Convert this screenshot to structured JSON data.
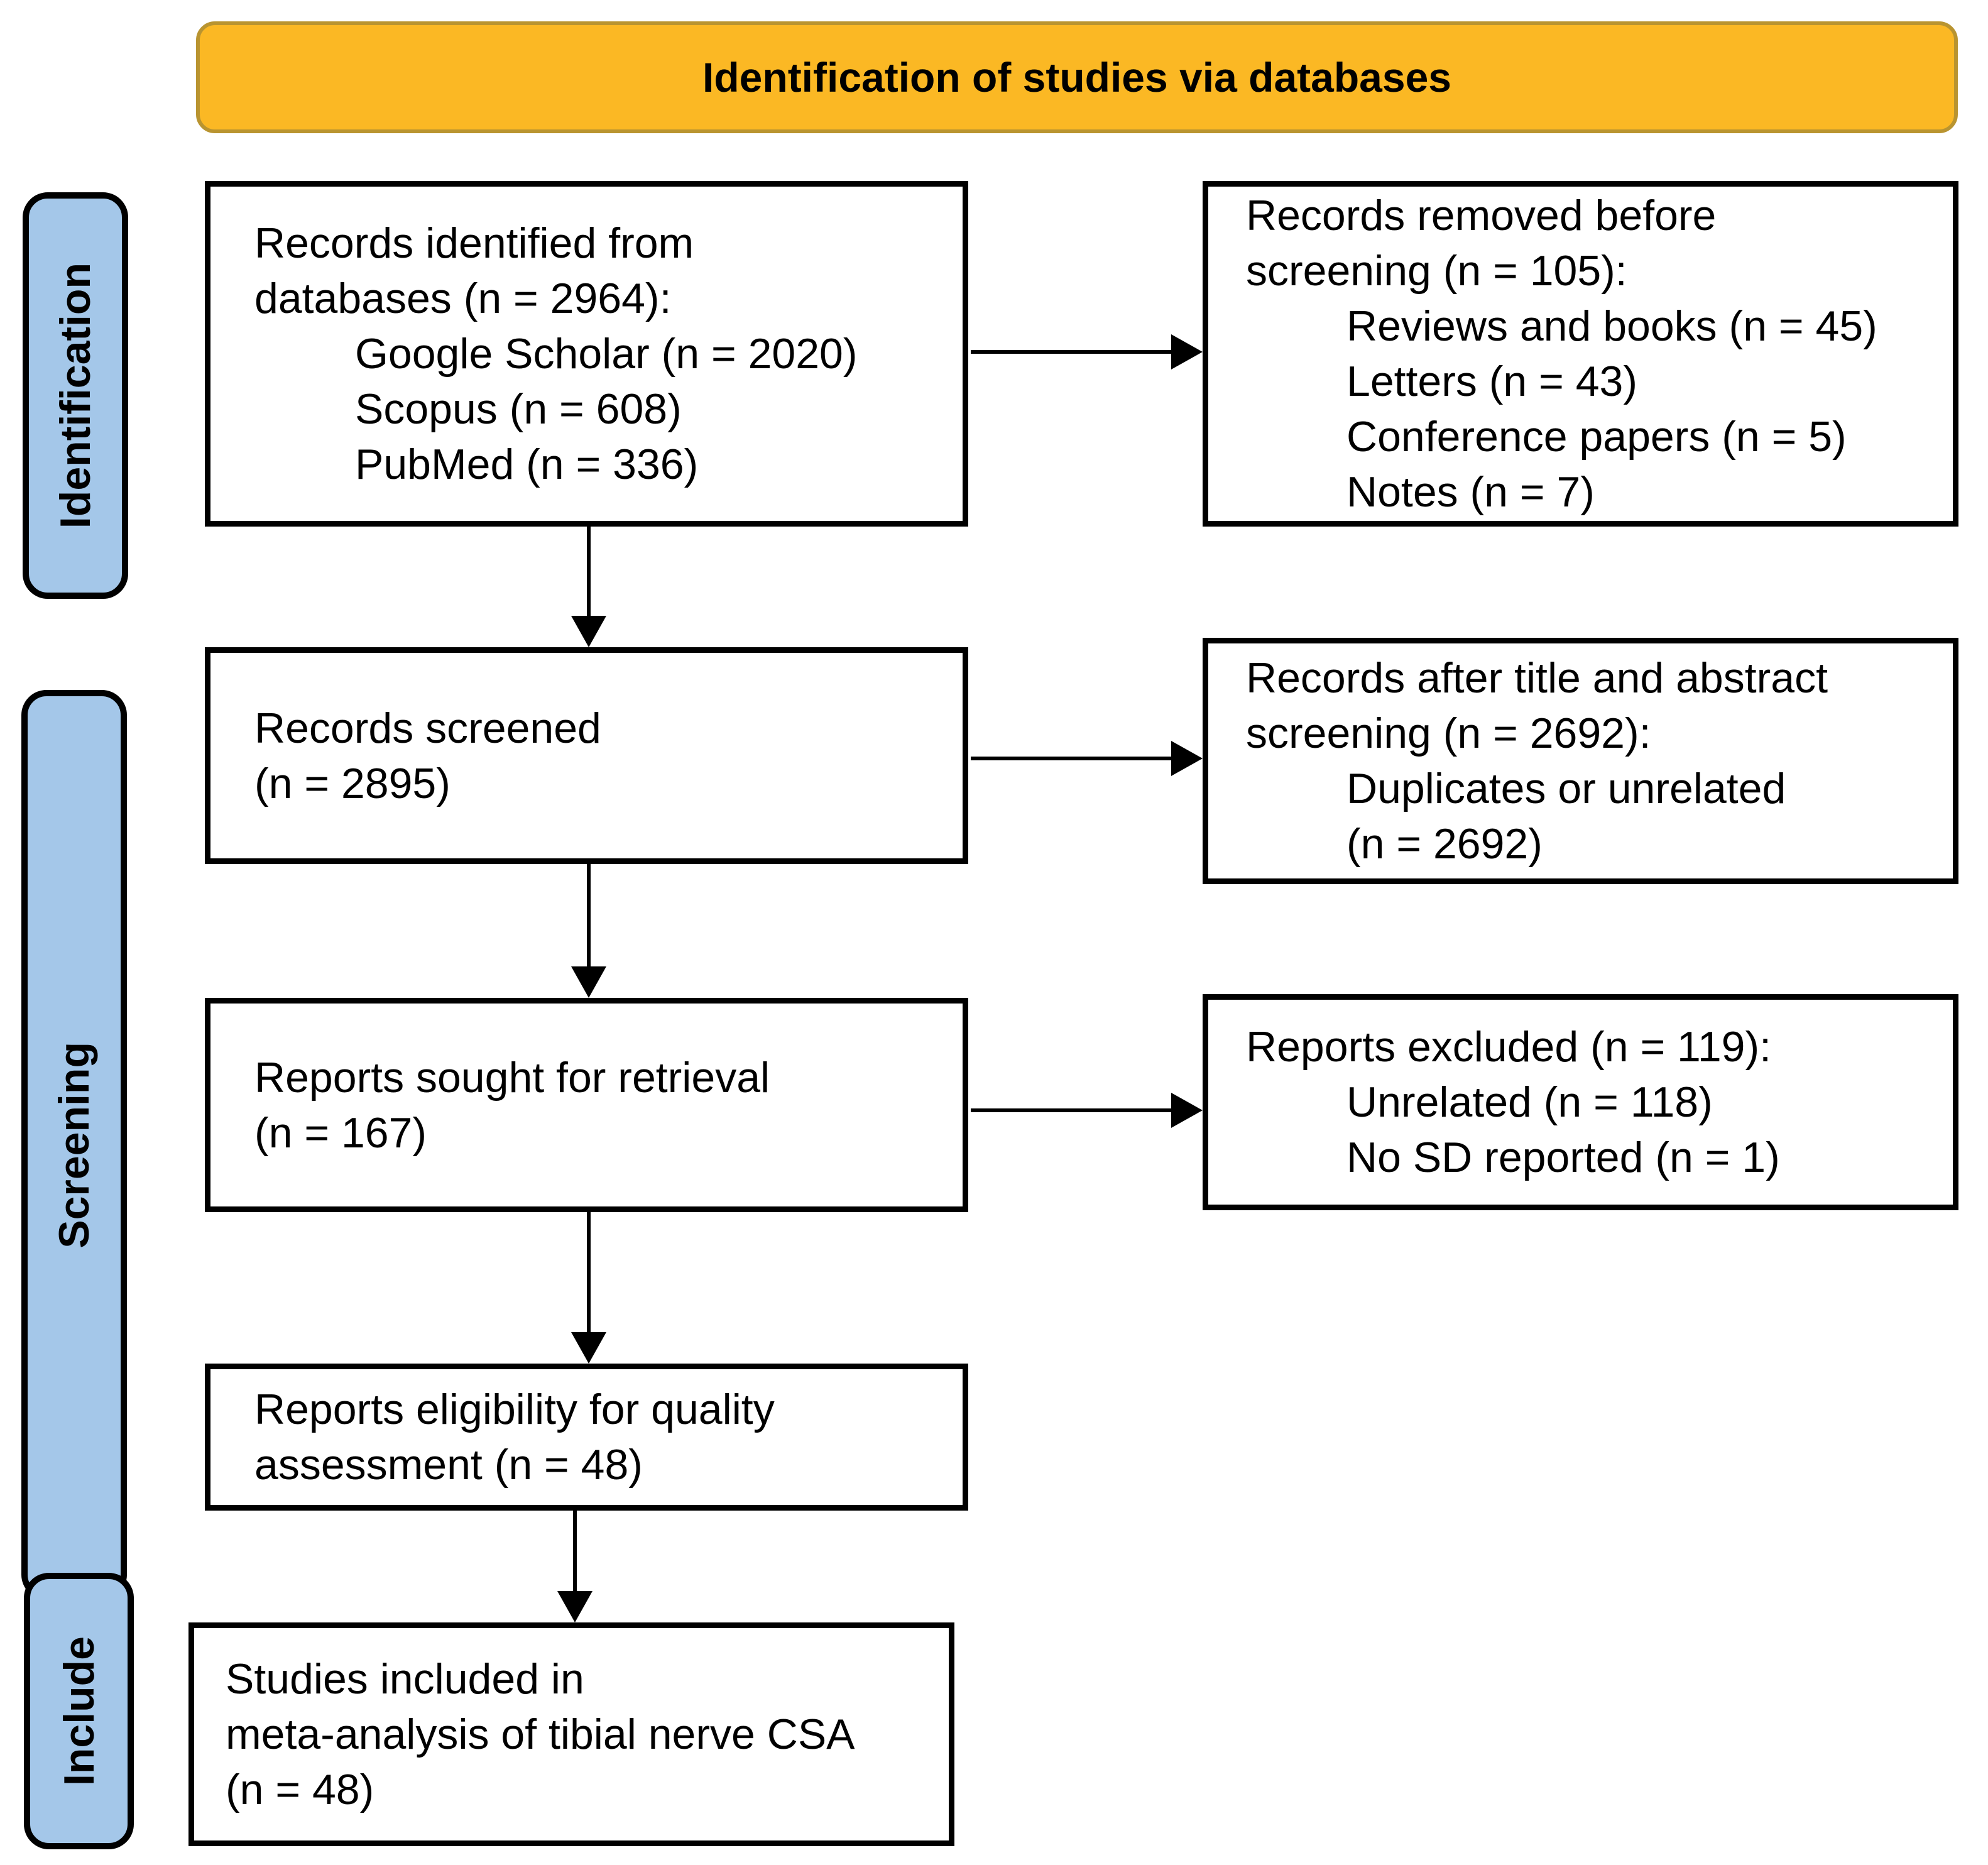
{
  "banner": {
    "title": "Identification of studies via databases"
  },
  "stage_labels": {
    "identification": "Identification",
    "screening": "Screening",
    "include": "Include"
  },
  "boxes": {
    "records_identified": {
      "main": [
        "Records identified from",
        "databases (n = 2964):"
      ],
      "sub": [
        "Google Scholar (n = 2020)",
        "Scopus (n = 608)",
        "PubMed (n = 336)"
      ]
    },
    "records_removed": {
      "main": [
        "Records removed before",
        "screening (n = 105):"
      ],
      "sub": [
        "Reviews and books (n = 45)",
        "Letters (n = 43)",
        "Conference papers (n = 5)",
        "Notes (n = 7)"
      ]
    },
    "records_screened": {
      "main": [
        "Records screened",
        "(n = 2895)"
      ]
    },
    "records_after_screening": {
      "main": [
        "Records after title and abstract",
        "screening (n = 2692):"
      ],
      "sub": [
        "Duplicates or unrelated",
        "(n = 2692)"
      ]
    },
    "reports_sought": {
      "main": [
        "Reports sought for retrieval",
        "(n = 167)"
      ]
    },
    "reports_excluded": {
      "main": [
        "Reports excluded (n = 119):"
      ],
      "sub": [
        "Unrelated (n = 118)",
        "No SD reported (n = 1)"
      ]
    },
    "reports_eligibility": {
      "main": [
        "Reports eligibility for quality",
        "assessment (n = 48)"
      ]
    },
    "studies_included": {
      "main": [
        "Studies included in",
        "meta-analysis of tibial nerve CSA",
        "(n = 48)"
      ]
    }
  },
  "colors": {
    "banner_fill": "#FBB824",
    "banner_border": "#B99430",
    "stage_fill": "#A4C7E9",
    "box_border": "#000000",
    "arrow": "#000000"
  }
}
